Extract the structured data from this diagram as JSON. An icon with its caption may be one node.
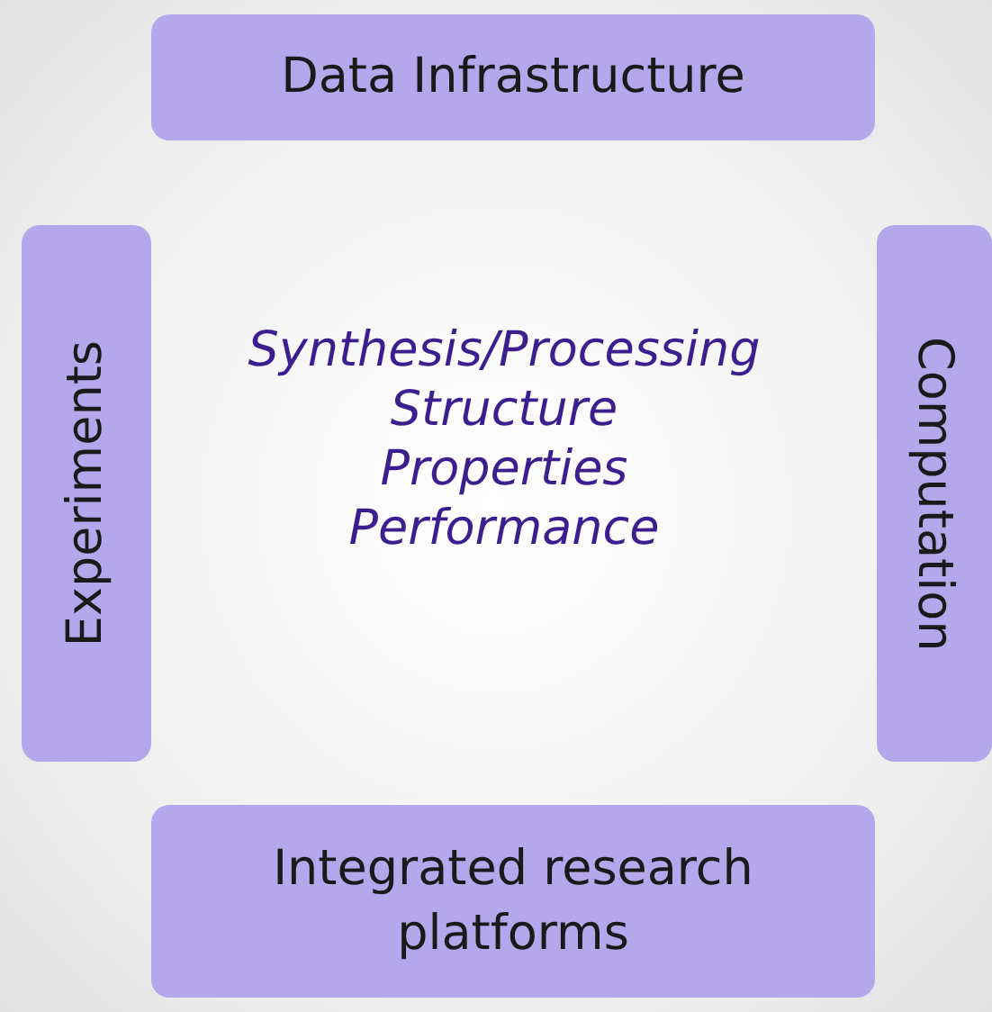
{
  "diagram": {
    "nodes": [
      {
        "text": [
          "Data Infrastructure"
        ]
      },
      {
        "text": [
          "Experiments"
        ]
      },
      {
        "text": [
          "Computation"
        ]
      },
      {
        "text": [
          "Integrated research platforms"
        ]
      }
    ],
    "labels": [
      "Synthesis/Processing",
      "Structure",
      "Properties",
      "Performance"
    ]
  }
}
